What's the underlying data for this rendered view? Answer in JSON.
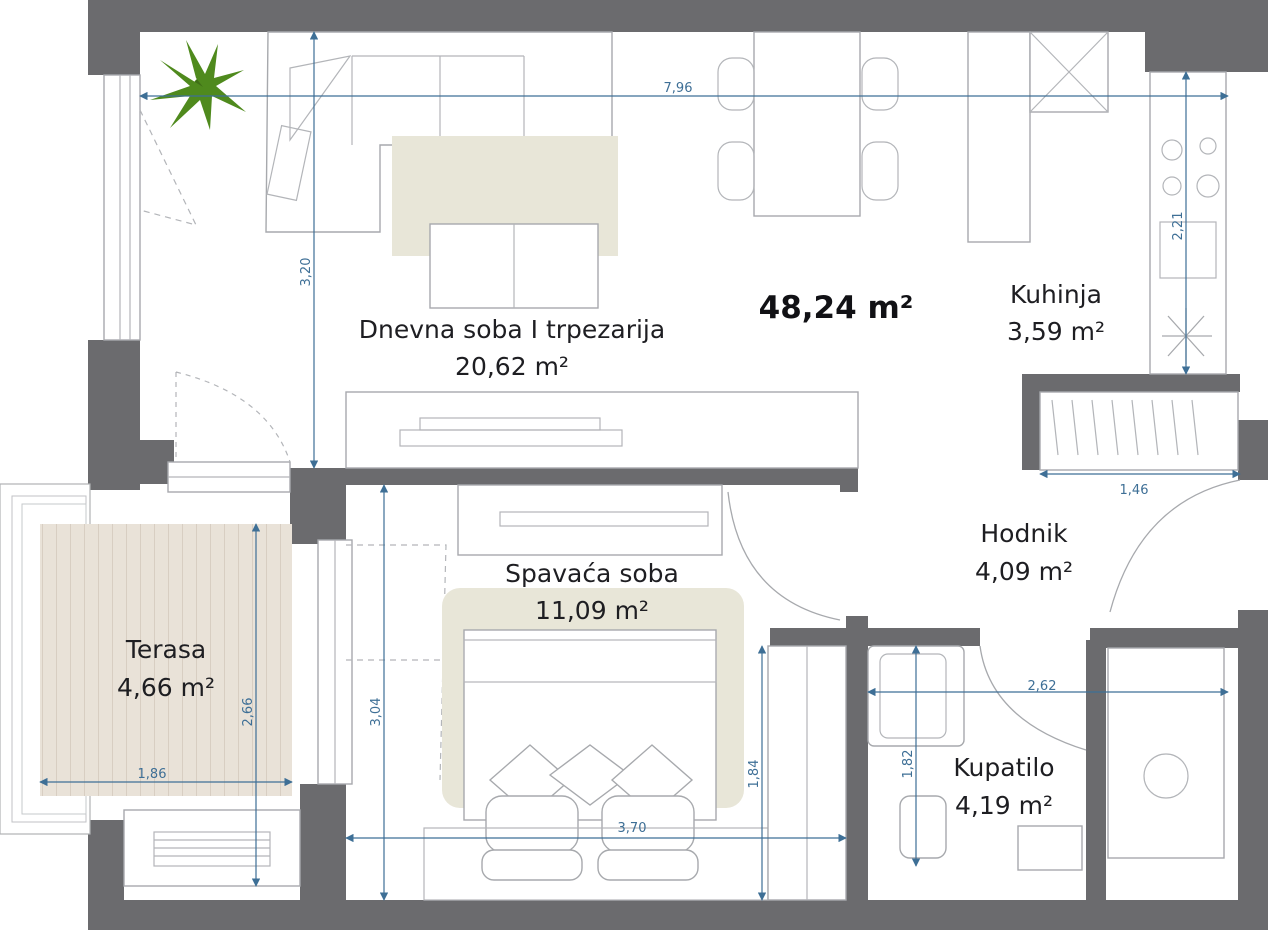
{
  "plan": {
    "total_area": "48,24 m²",
    "rooms": [
      {
        "name": "Dnevna soba I trpezarija",
        "area": "20,62 m²"
      },
      {
        "name": "Kuhinja",
        "area": "3,59 m²"
      },
      {
        "name": "Hodnik",
        "area": "4,09 m²"
      },
      {
        "name": "Spavaća soba",
        "area": "11,09 m²"
      },
      {
        "name": "Terasa",
        "area": "4,66 m²"
      },
      {
        "name": "Kupatilo",
        "area": "4,19 m²"
      }
    ],
    "dimensions": [
      "7,96",
      "3,20",
      "2,21",
      "1,46",
      "2,62",
      "1,82",
      "1,84",
      "3,70",
      "3,04",
      "2,66",
      "1,86"
    ]
  },
  "colors": {
    "wall": "#6b6b6e",
    "dimension": "#3e6f96",
    "rug": "#e8e6d8",
    "terrace_floor": "#e9e2d8",
    "plant": "#4f8a1d"
  }
}
